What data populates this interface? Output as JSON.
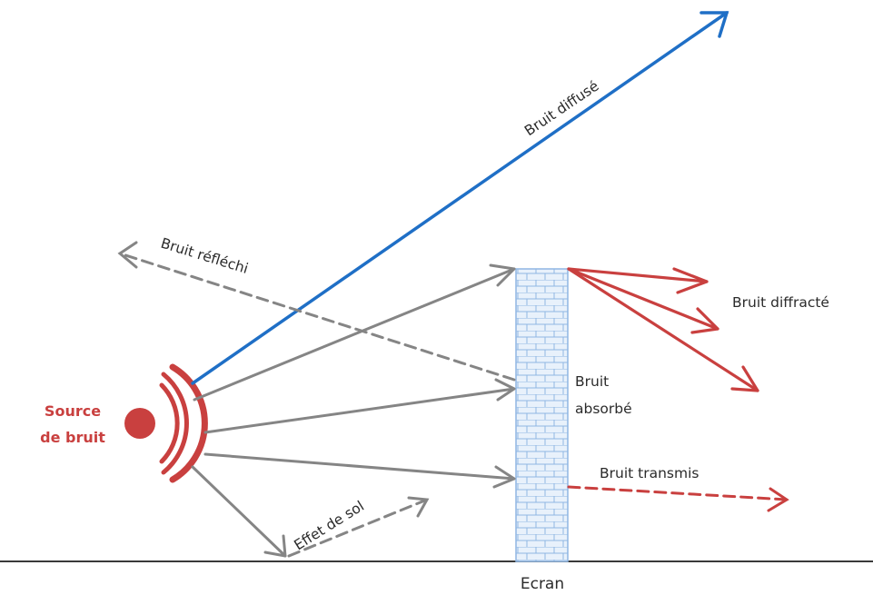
{
  "labels": {
    "source_line1": "Source",
    "source_line2": "de bruit",
    "diffuse": "Bruit diffusé",
    "reflected": "Bruit réfléchi",
    "diffracted": "Bruit diffracté",
    "absorbed_line1": "Bruit",
    "absorbed_line2": "absorbé",
    "transmitted": "Bruit transmis",
    "ground_effect": "Effet de sol",
    "screen": "Ecran"
  },
  "colors": {
    "source": "#c9403f",
    "diffuse": "#1f6fc6",
    "incident": "#858585",
    "reflected": "#858585",
    "diffracted": "#c9403f",
    "transmitted": "#c9403f",
    "screen_fill": "#e8f1fb",
    "screen_bricks": "#8fb6e3",
    "ground": "#3a3a3a",
    "text": "#2b2b2b"
  }
}
